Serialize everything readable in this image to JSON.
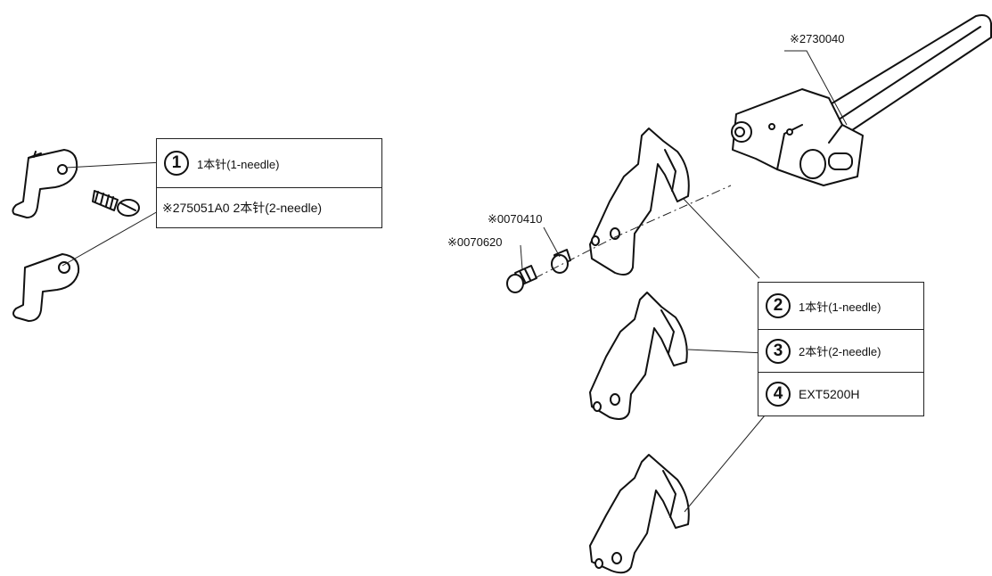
{
  "part_labels": {
    "shaft": "※2730040",
    "screw_upper": "※0070410",
    "screw_lower": "※0070620"
  },
  "left_table": {
    "row1": {
      "index": "1",
      "text": "1本针(1-needle)"
    },
    "row2": {
      "text": "※275051A0  2本针(2-needle)"
    }
  },
  "right_table": {
    "row1": {
      "index": "2",
      "text": "1本针(1-needle)"
    },
    "row2": {
      "index": "3",
      "text": "2本针(2-needle)"
    },
    "row3": {
      "index": "4",
      "text": "EXT5200H"
    }
  }
}
